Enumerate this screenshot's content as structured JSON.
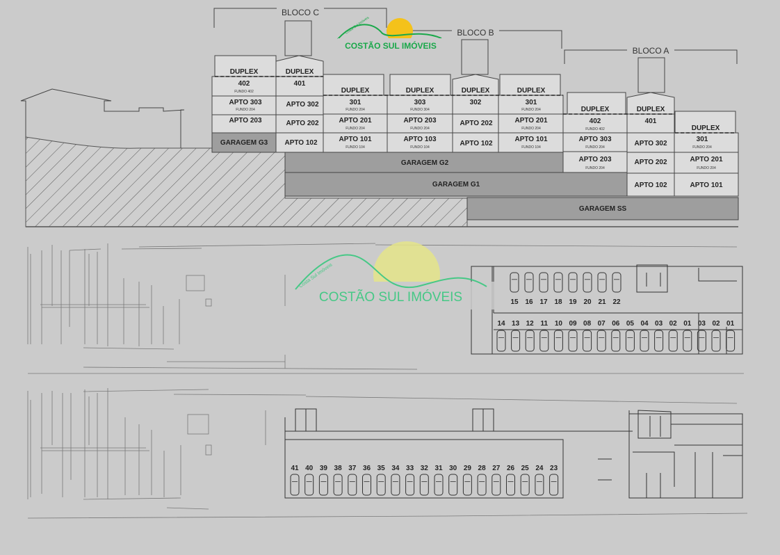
{
  "logo": {
    "brand": "COSTÃO SUL IMÓVEIS",
    "tagline": "Costa Sul Imóveis",
    "brand_color": "#1aa84a",
    "sun_color": "#f4c21a"
  },
  "section": {
    "blocks": {
      "c": "BLOCO C",
      "b": "BLOCO B",
      "a": "BLOCO A"
    },
    "bloco_c": {
      "duplex_402": "DUPLEX",
      "num_402": "402",
      "fundo_402": "FUNDO 402",
      "duplex_401": "DUPLEX",
      "num_401": "401",
      "apto_303": "APTO 303",
      "fundo_303": "FUNDO 204",
      "apto_302": "APTO 302",
      "apto_203": "APTO 203",
      "apto_202": "APTO 202",
      "garagem_g3": "GARAGEM G3",
      "apto_102": "APTO 102",
      "duplex_301": "DUPLEX",
      "num_301": "301",
      "fundo_301": "FUNDO 204",
      "apto_201": "APTO 201",
      "fundo_201": "FUNDO 204",
      "apto_101": "APTO 101",
      "fundo_101": "FUNDO 104"
    },
    "bloco_b": {
      "duplex_303": "DUPLEX",
      "num_303": "303",
      "fundo_303": "FUNDO 304",
      "duplex_302": "DUPLEX",
      "num_302": "302",
      "duplex_301": "DUPLEX",
      "num_301": "301",
      "fundo_301": "FUNDO 204",
      "apto_203": "APTO 203",
      "fundo_203": "FUNDO 204",
      "apto_202": "APTO 202",
      "apto_201": "APTO 201",
      "fundo_201": "FUNDO 204",
      "apto_103": "APTO 103",
      "fundo_103": "FUNDO 104",
      "apto_102": "APTO 102",
      "apto_101": "APTO 101",
      "fundo_101": "FUNDO 104"
    },
    "bloco_a": {
      "duplex_402": "DUPLEX",
      "num_402": "402",
      "fundo_402": "FUNDO 402",
      "duplex_401": "DUPLEX",
      "num_401": "401",
      "duplex_301": "DUPLEX",
      "num_301": "301",
      "fundo_301": "FUNDO 204",
      "apto_303": "APTO 303",
      "fundo_303": "FUNDO 204",
      "apto_302": "APTO 302",
      "apto_203": "APTO 203",
      "fundo_203": "FUNDO 204",
      "apto_202": "APTO 202",
      "apto_201": "APTO 201",
      "fundo_201": "FUNDO 204",
      "apto_102": "APTO 102",
      "apto_101": "APTO 101"
    },
    "garagem_g2": "GARAGEM G2",
    "garagem_g1": "GARAGEM G1",
    "garagem_ss": "GARAGEM SS"
  },
  "plan_top": {
    "row_a": [
      "15",
      "16",
      "17",
      "18",
      "19",
      "20",
      "21",
      "22"
    ],
    "row_b": [
      "14",
      "13",
      "12",
      "11",
      "10",
      "09",
      "08",
      "07",
      "06",
      "05",
      "04",
      "03",
      "02",
      "01",
      "03",
      "02",
      "01"
    ]
  },
  "plan_bottom": {
    "row": [
      "41",
      "40",
      "39",
      "38",
      "37",
      "36",
      "35",
      "34",
      "33",
      "32",
      "31",
      "30",
      "29",
      "28",
      "27",
      "26",
      "25",
      "24",
      "23"
    ]
  }
}
